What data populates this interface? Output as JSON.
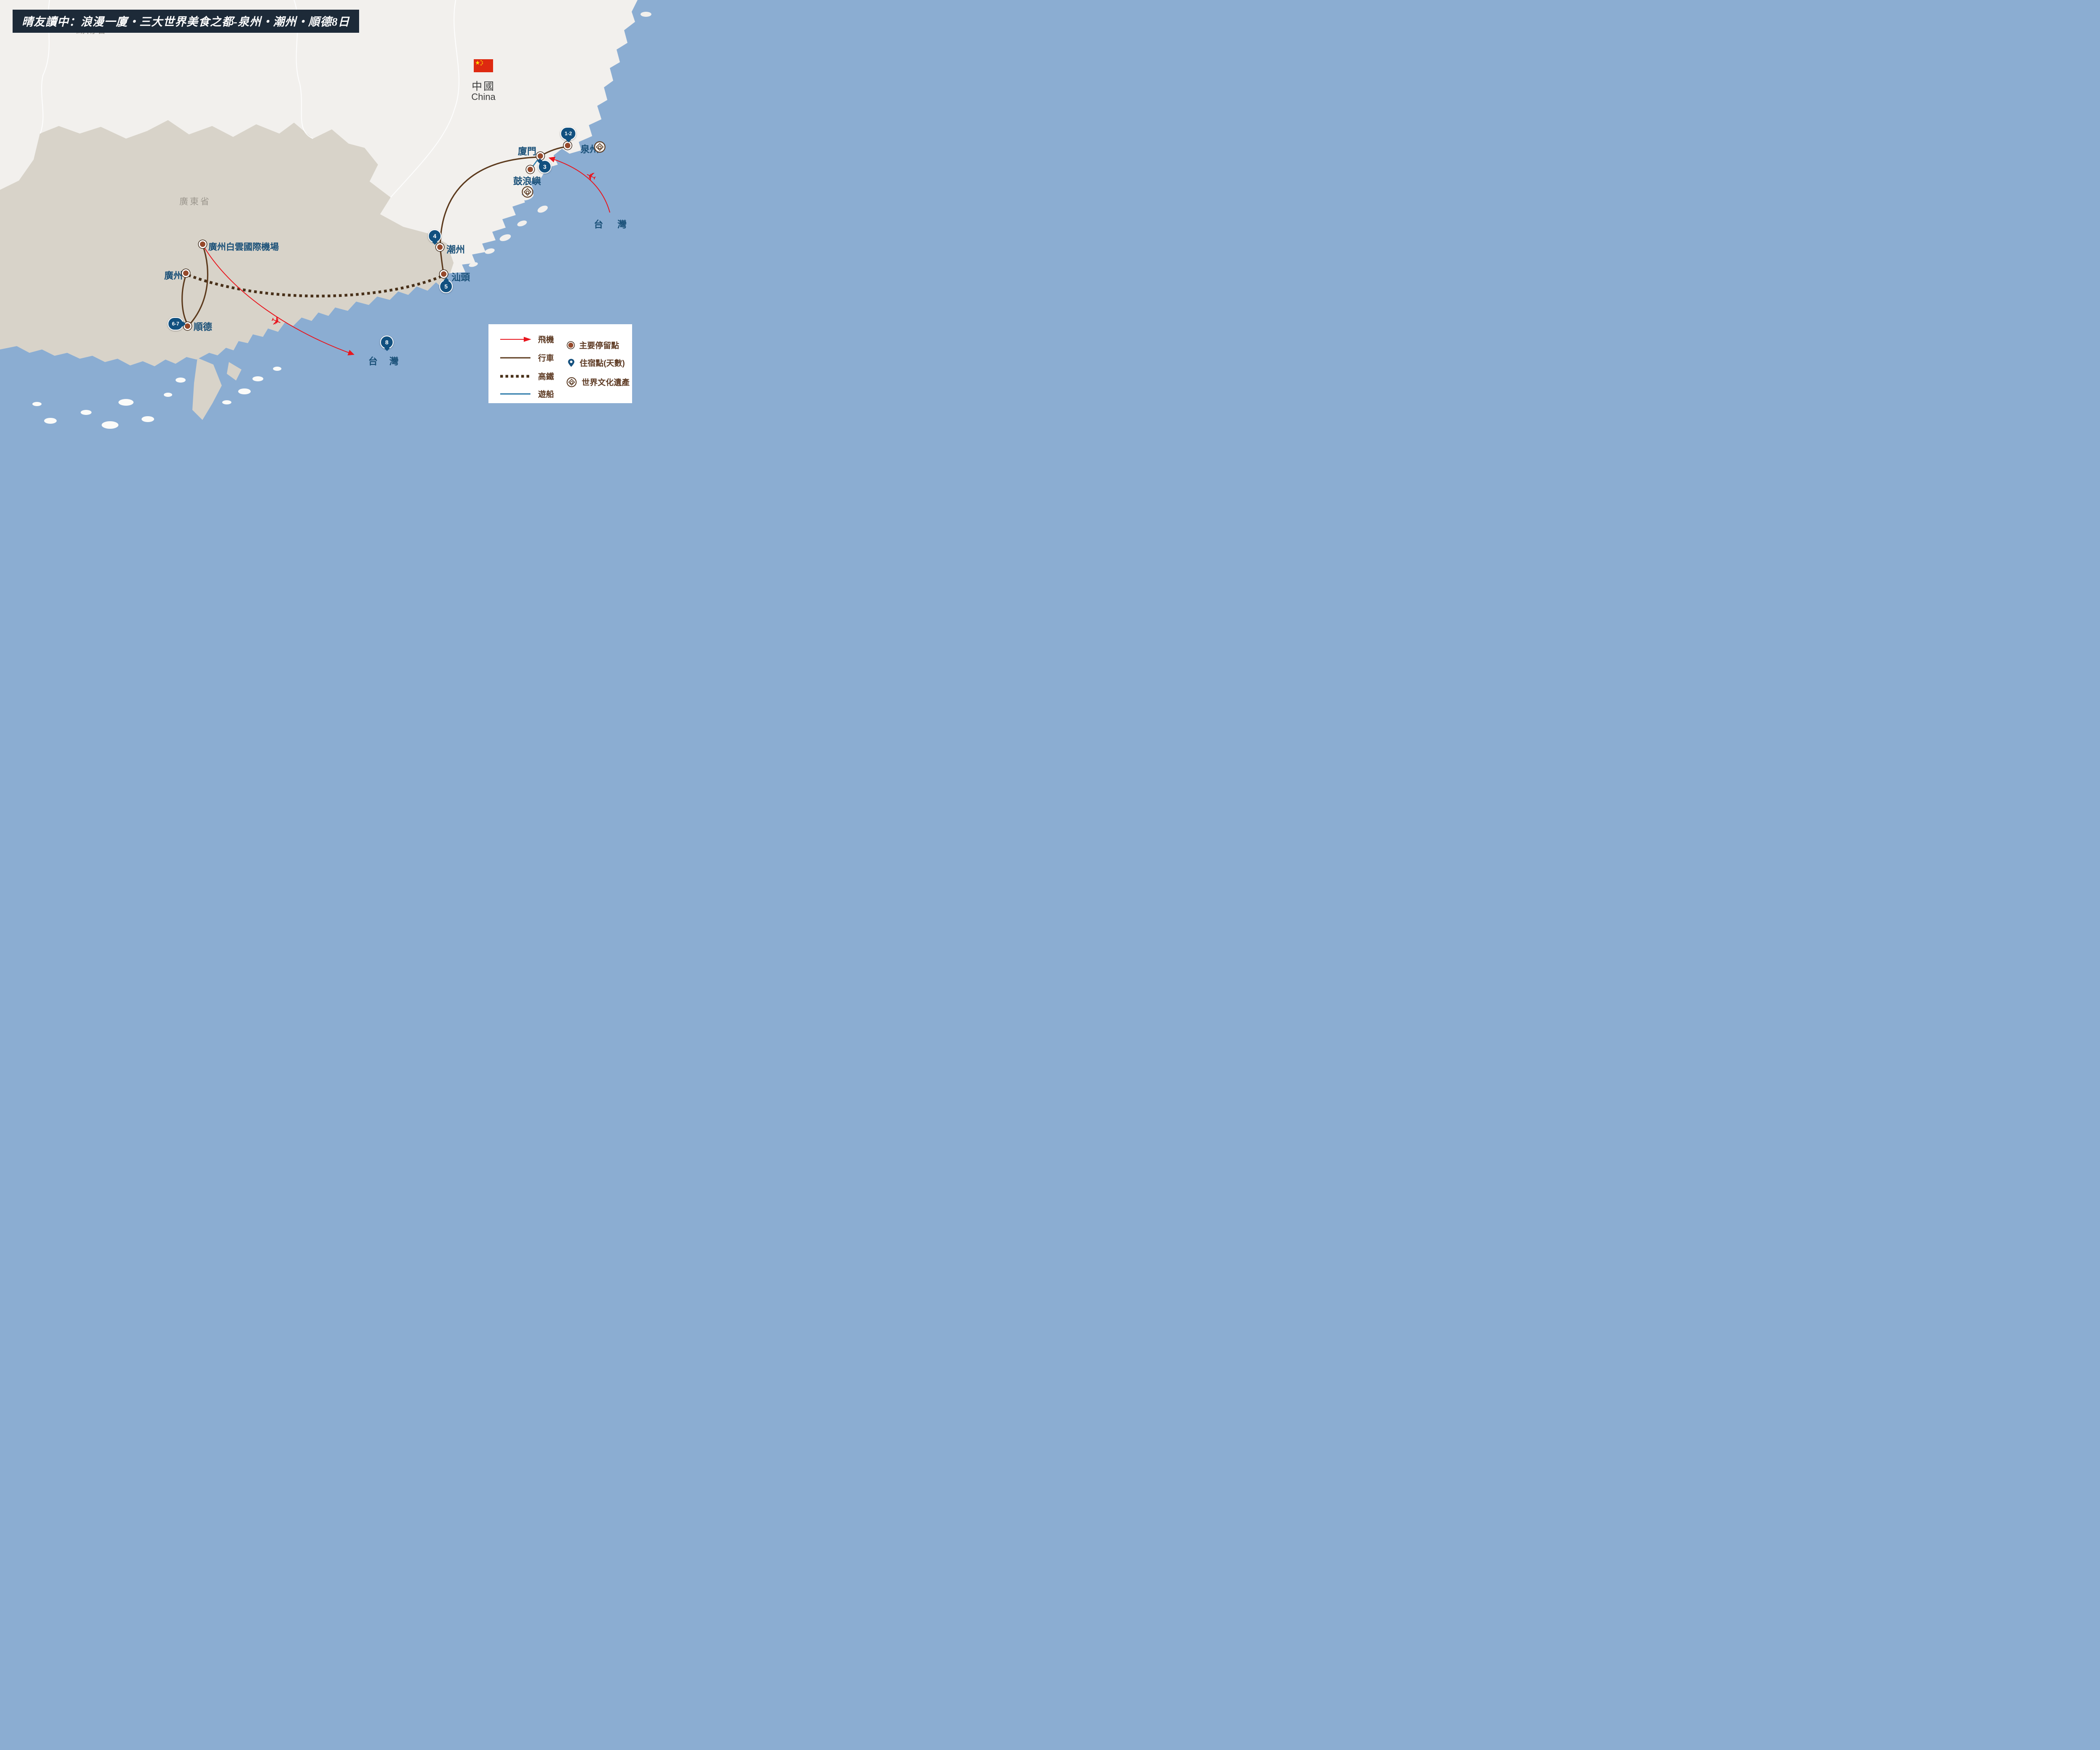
{
  "header": {
    "title": "晴友讀中：浪漫一廈‧三大世界美食之都-泉州‧潮州‧順德8日"
  },
  "country": {
    "zh": "中國",
    "en": "China"
  },
  "provinces": {
    "hunan": "湖南省",
    "guangdong": "廣東省"
  },
  "stops": {
    "quanzhou": {
      "label": "泉州",
      "badge": "1-2",
      "heritage": true
    },
    "xiamen": {
      "label": "廈門",
      "badge": "3"
    },
    "gulangyu": {
      "label": "鼓浪嶼",
      "heritage": true
    },
    "chaozhou": {
      "label": "潮州",
      "badge": "4"
    },
    "shantou": {
      "label": "汕頭",
      "badge": "5"
    },
    "airport": {
      "label": "廣州白雲國際機場"
    },
    "guangzhou": {
      "label": "廣州"
    },
    "shunde": {
      "label": "順德",
      "badge": "6-7"
    },
    "taiwan_return": {
      "label": "台灣",
      "badge": "8"
    },
    "taiwan_origin": {
      "label": "台灣"
    }
  },
  "legend": {
    "flight": "飛機",
    "drive": "行車",
    "rail": "高鐵",
    "boat": "遊船",
    "stop": "主要停留點",
    "stay": "住宿點(天數)",
    "heritage": "世界文化遺產"
  },
  "icons": {
    "plane": "✈"
  },
  "colors": {
    "sea": "#8badd2",
    "mainland": "#f2f0ed",
    "guangdong": "#d8d3c9",
    "banner_bg": "#1d2a38",
    "label_blue": "#1a5078",
    "badge_blue": "#11507f",
    "stop_dot_brown": "#95492b",
    "route_drive_brown": "#5c3a1d",
    "route_rail_brown": "#483019",
    "route_boat_blue": "#2878a8",
    "flight_red": "#e8161e",
    "legend_text_brown": "#5d3a23",
    "flag_red": "#de2910",
    "flag_yellow": "#ffde00"
  }
}
